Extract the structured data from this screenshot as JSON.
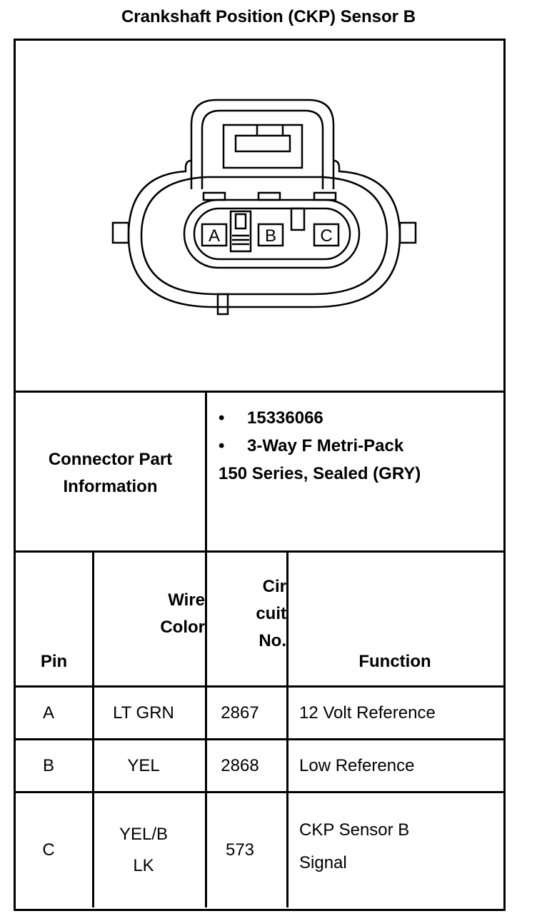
{
  "title": "Crankshaft Position (CKP) Sensor B",
  "connector": {
    "pin_labels": [
      "A",
      "B",
      "C"
    ]
  },
  "part_info": {
    "label_line1": "Connector Part",
    "label_line2": "Information",
    "bullets": [
      "15336066",
      "3-Way F Metri-Pack"
    ],
    "continuation": "150 Series, Sealed (GRY)",
    "bullet_glyph": "•"
  },
  "table": {
    "headers": {
      "pin": "Pin",
      "wire_color_line1": "Wire",
      "wire_color_line2": "Color",
      "circuit_line1": "Cir",
      "circuit_line2": "cuit",
      "circuit_line3": "No.",
      "function": "Function"
    },
    "rows": [
      {
        "pin": "A",
        "wire": "LT GRN",
        "wire2": "",
        "circuit": "2867",
        "function": "12 Volt Reference",
        "function2": ""
      },
      {
        "pin": "B",
        "wire": "YEL",
        "wire2": "",
        "circuit": "2868",
        "function": "Low Reference",
        "function2": ""
      },
      {
        "pin": "C",
        "wire": "YEL/B",
        "wire2": "LK",
        "circuit": "573",
        "function": "CKP Sensor B",
        "function2": "Signal"
      }
    ]
  }
}
